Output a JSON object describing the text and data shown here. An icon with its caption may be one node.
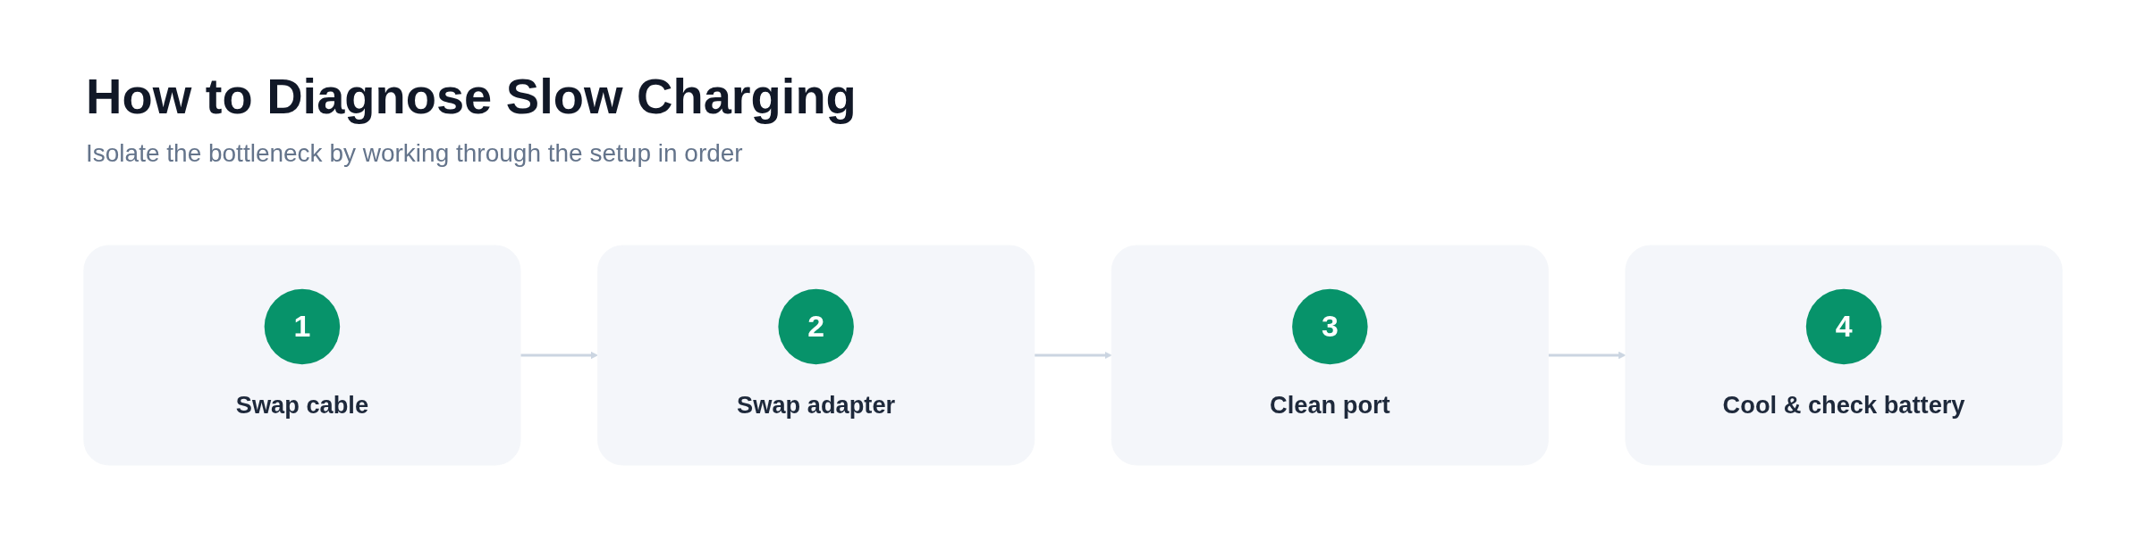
{
  "diagram": {
    "title": "How to Diagnose Slow Charging",
    "nodes": [
      {
        "text": [
          "1",
          "Swap cable"
        ]
      },
      {
        "text": [
          "2",
          "Swap adapter"
        ]
      },
      {
        "text": [
          "3",
          "Clean port"
        ]
      },
      {
        "text": [
          "4",
          "Cool & check battery"
        ]
      }
    ],
    "edges": [
      {
        "from": 0,
        "to": 1,
        "arrow": "to"
      },
      {
        "from": 1,
        "to": 2,
        "arrow": "to"
      },
      {
        "from": 2,
        "to": 3,
        "arrow": "to"
      }
    ],
    "labels": [
      "Isolate the bottleneck by working through the setup in order"
    ]
  }
}
